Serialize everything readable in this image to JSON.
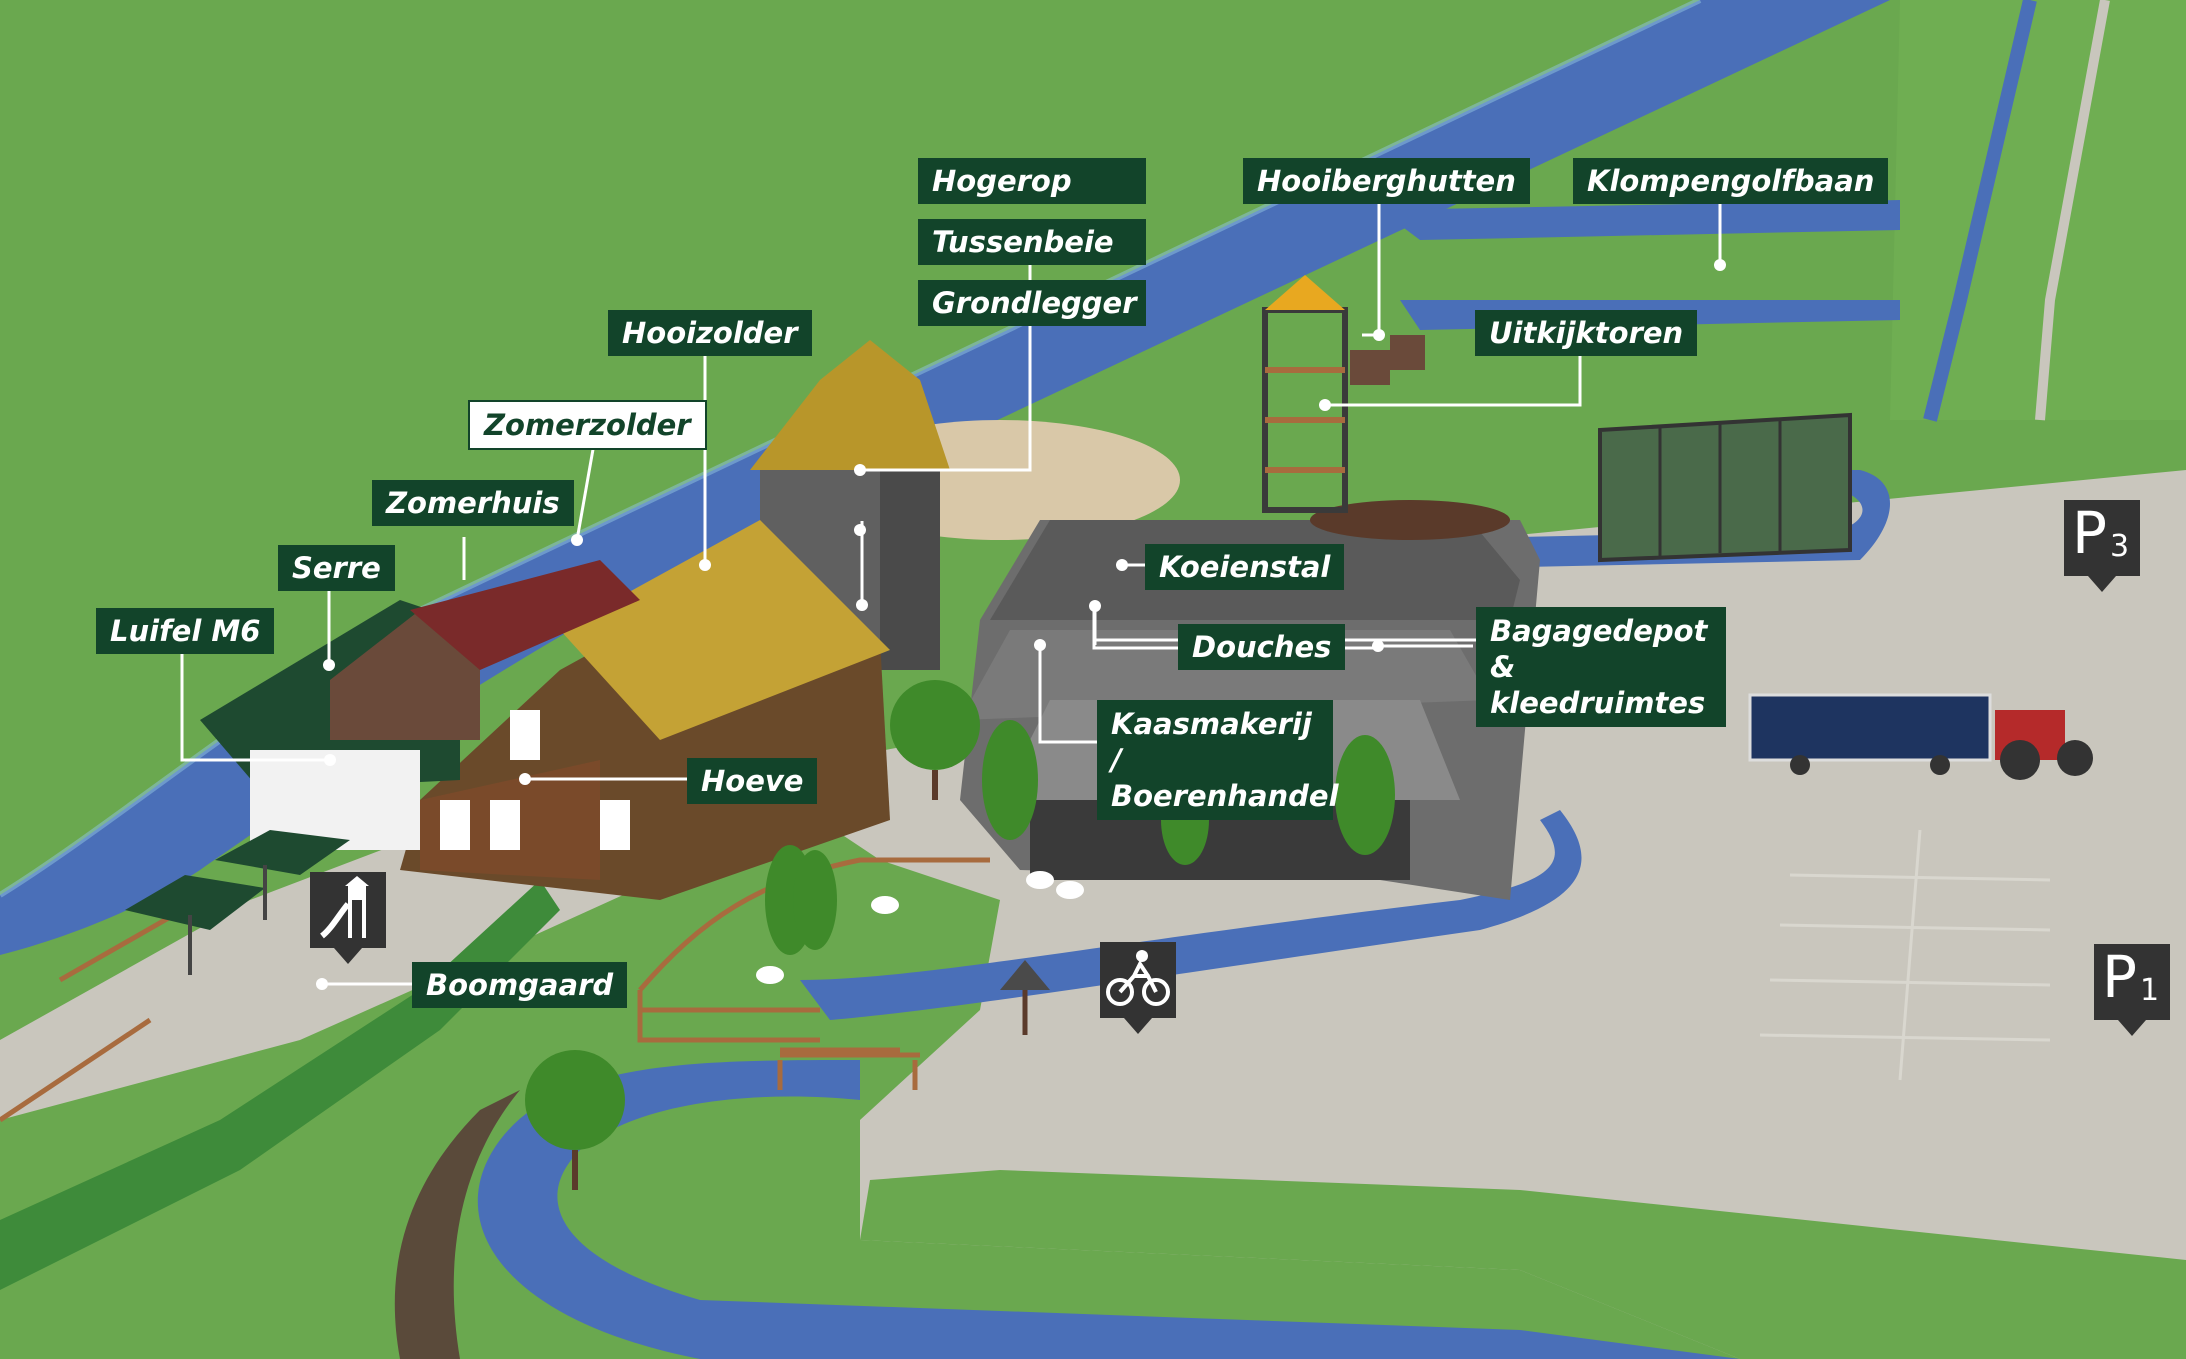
{
  "map": {
    "labels": {
      "hogerop": "Hogerop",
      "tussenbeie": "Tussenbeie",
      "grondlegger": "Grondlegger",
      "hooiberghutten": "Hooiberghutten",
      "klompengolfbaan": "Klompengolfbaan",
      "uitkijktoren": "Uitkijktoren",
      "hooizolder": "Hooizolder",
      "zomerzolder": "Zomerzolder",
      "zomerhuis": "Zomerhuis",
      "serre": "Serre",
      "luifel": "Luifel M6",
      "koeienstal": "Koeienstal",
      "douches": "Douches",
      "bagagedepot_1": "Bagagedepot",
      "bagagedepot_2": "& kleedruimtes",
      "kaasmakerij_1": "Kaasmakerij /",
      "kaasmakerij_2": "Boerenhandel",
      "hoeve": "Hoeve",
      "boomgaard": "Boomgaard"
    },
    "parking": [
      {
        "letter": "P",
        "number": "3"
      },
      {
        "letter": "P",
        "number": "1"
      }
    ],
    "icons": {
      "playground": "playground-icon",
      "bicycle": "bicycle-icon"
    },
    "colors": {
      "grass": "#6aa84f",
      "water": "#4a6fb8",
      "path": "#c9c6bd",
      "label_bg": "#12442a",
      "label_text": "#ffffff"
    }
  }
}
